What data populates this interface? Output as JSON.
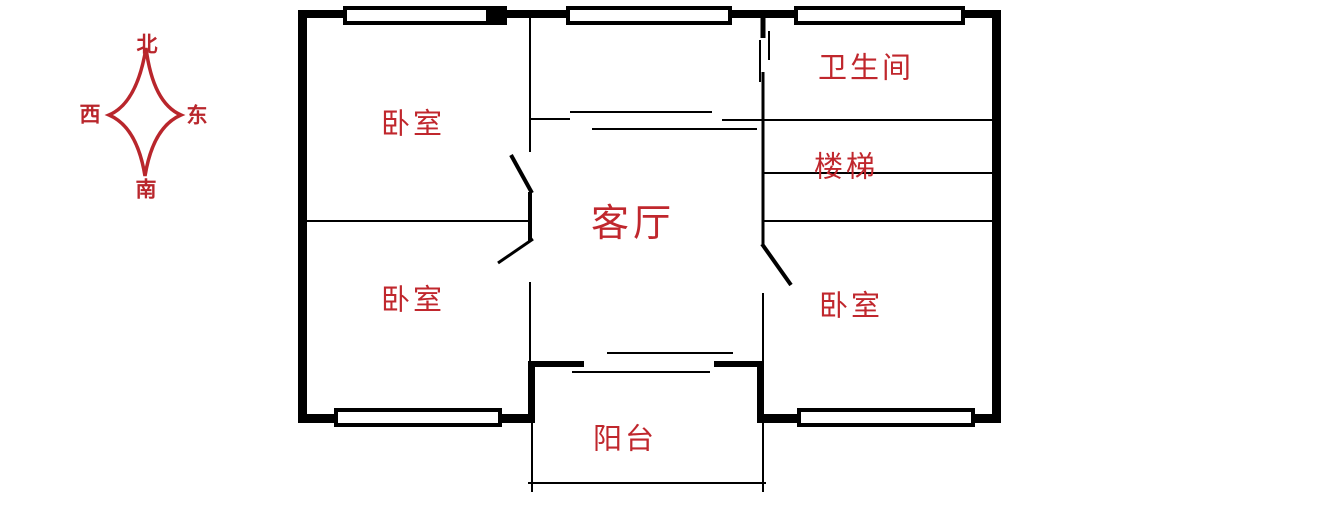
{
  "title": "apartment-floor-plan",
  "colors": {
    "wall": "#000000",
    "label": "#c0272d",
    "compass": "#b9262c",
    "background": "#ffffff"
  },
  "compass": {
    "north": "北",
    "south": "南",
    "west": "西",
    "east": "东"
  },
  "floor_plan": {
    "rooms": [
      {
        "id": "bedroom-northwest",
        "label": "卧室"
      },
      {
        "id": "bathroom",
        "label": "卫生间"
      },
      {
        "id": "stairs",
        "label": "楼梯"
      },
      {
        "id": "living-room",
        "label": "客厅"
      },
      {
        "id": "bedroom-southwest",
        "label": "卧室"
      },
      {
        "id": "bedroom-southeast",
        "label": "卧室"
      },
      {
        "id": "balcony",
        "label": "阳台"
      }
    ]
  }
}
